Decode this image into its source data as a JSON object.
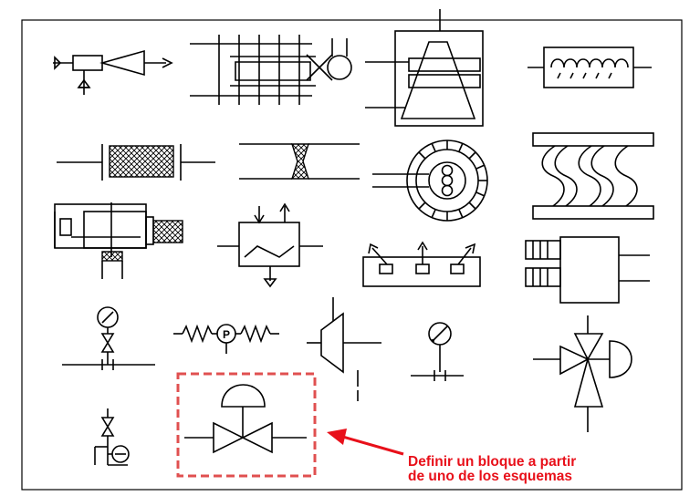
{
  "annotation": {
    "line1": "Definir un bloque a partir",
    "line2": "de uno de los esquemas",
    "color": "#e8101a"
  },
  "symbols": {
    "gauge_letter": "P"
  },
  "colors": {
    "frame": "#000000",
    "highlight": "#e05050",
    "arrow": "#e8101a"
  }
}
